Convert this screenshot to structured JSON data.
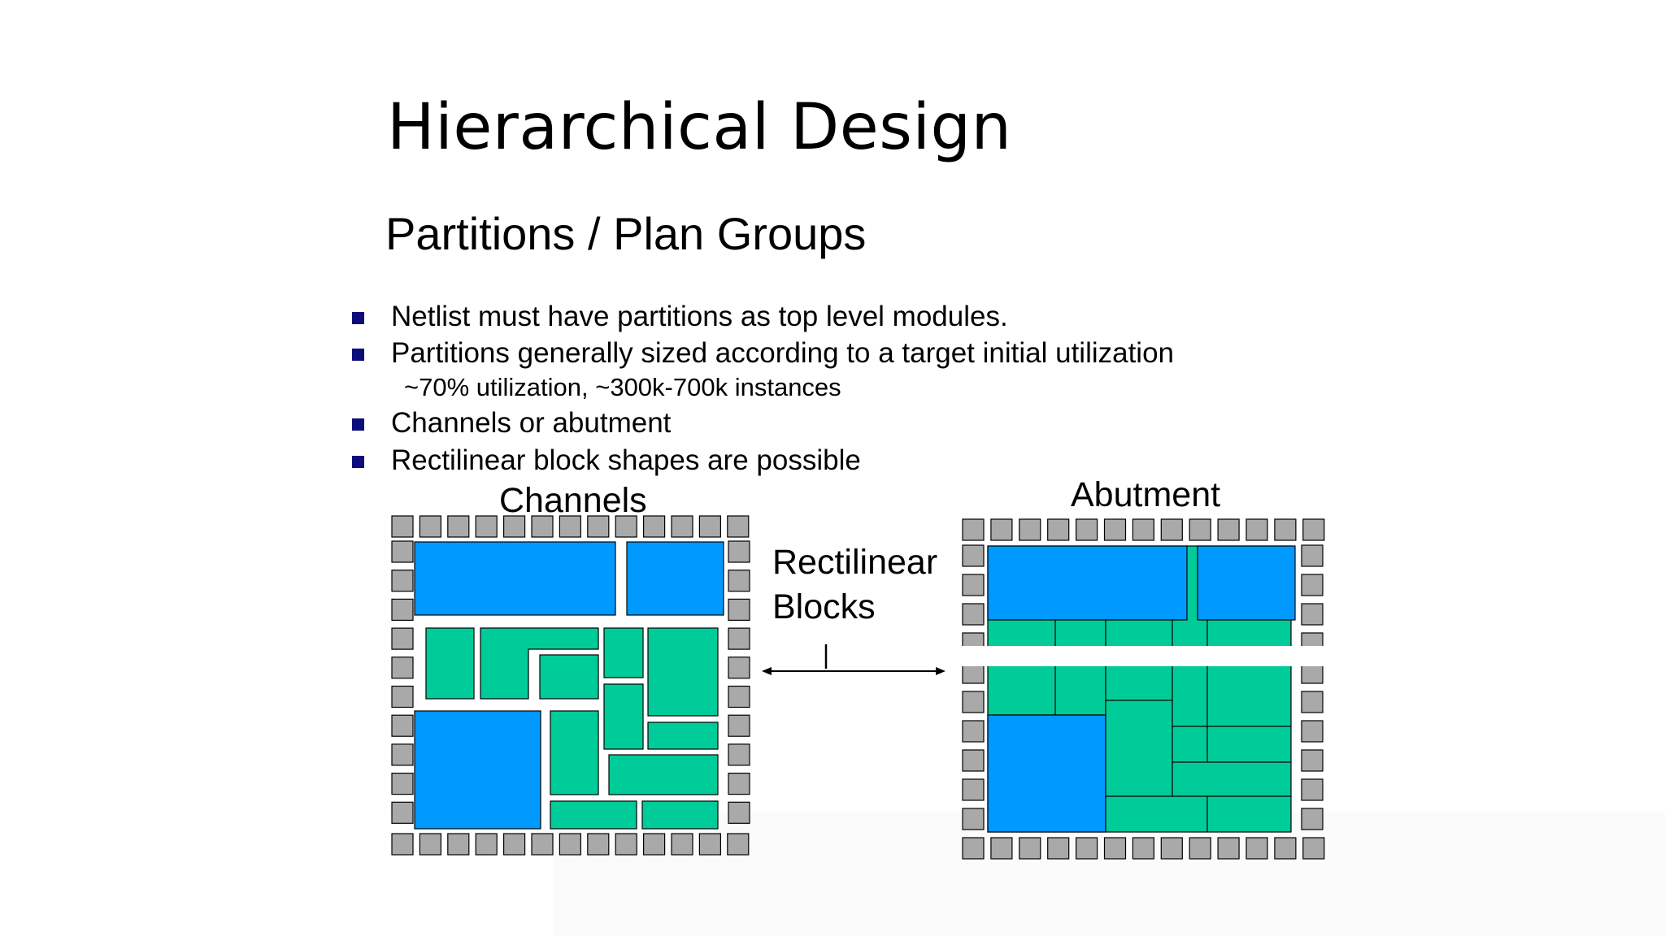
{
  "slide": {
    "title": "Hierarchical Design",
    "subtitle": "Partitions / Plan Groups",
    "bullets": [
      "Netlist must have partitions as top level modules.",
      "Partitions generally sized according to a target initial utilization",
      "Channels or abutment",
      "Rectilinear block shapes are possible"
    ],
    "subnote": "~70% utilization,  ~300k-700k instances",
    "diagram": {
      "left_label": "Channels",
      "right_label": "Abutment",
      "middle_label_line1": "Rectilinear",
      "middle_label_line2": "Blocks",
      "colors": {
        "pad": "#a9a9a9",
        "hard_block": "#0099ff",
        "soft_block": "#00cc99",
        "outline": "#000000",
        "bullet": "#0d0d7a"
      }
    }
  }
}
